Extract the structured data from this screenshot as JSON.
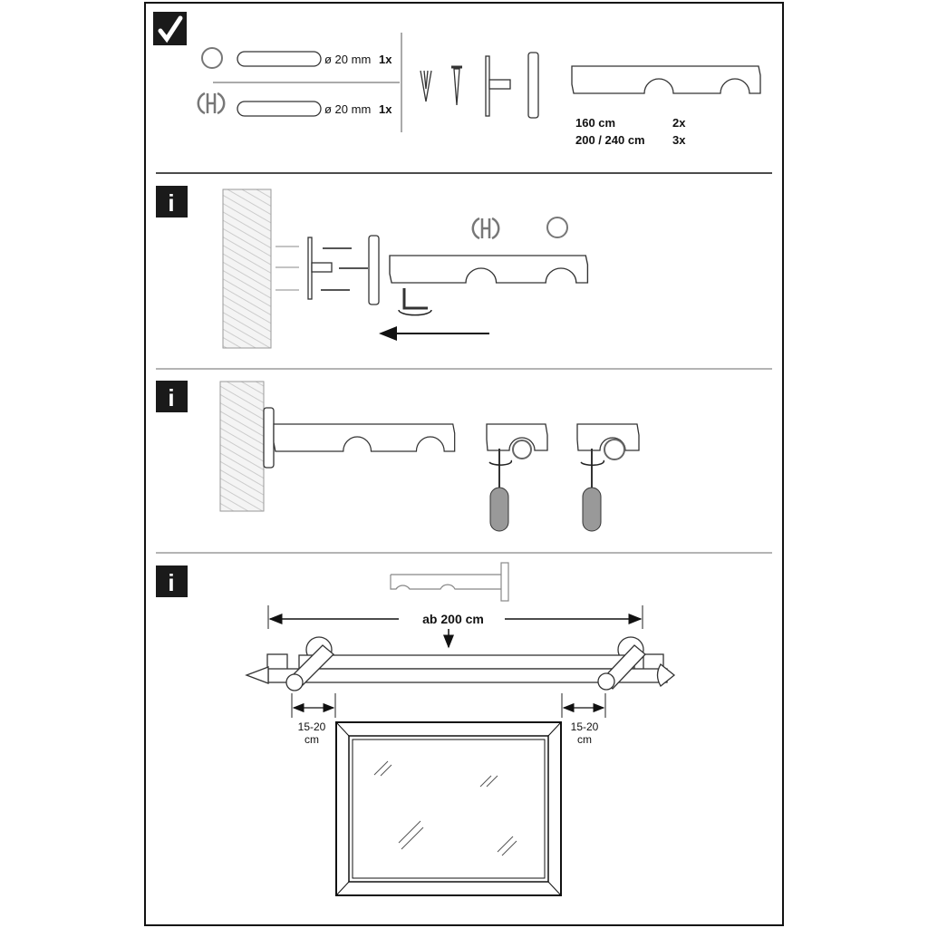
{
  "sections": {
    "parts": {
      "icon": "checkmark-icon",
      "rod_round": {
        "diameter": "ø 20 mm",
        "qty": "1x"
      },
      "rod_profile": {
        "diameter": "ø 20 mm",
        "qty": "1x"
      },
      "bracket_counts": [
        {
          "length": "160 cm",
          "qty": "2x"
        },
        {
          "length": "200 / 240 cm",
          "qty": "3x"
        }
      ]
    },
    "step1": {
      "icon": "info-icon"
    },
    "step2": {
      "icon": "info-icon"
    },
    "step3": {
      "icon": "info-icon",
      "width_label": "ab 200 cm",
      "left_overhang": [
        "15-20",
        "cm"
      ],
      "right_overhang": [
        "15-20",
        "cm"
      ]
    }
  }
}
